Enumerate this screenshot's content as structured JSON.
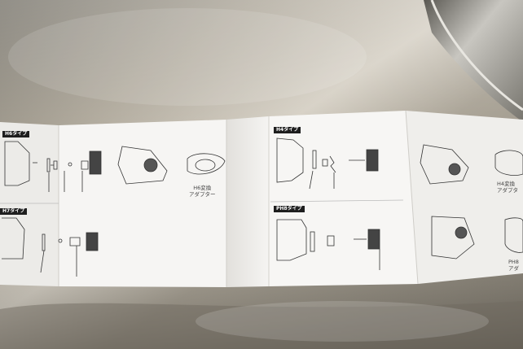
{
  "scene": {
    "subject": "folded instruction leaflet on stainless steel surface",
    "colors": {
      "steel_light": "#c9c3b6",
      "steel_dark": "#5e5a52",
      "paper": "#f4f3f1",
      "paper_shadow": "#dcdad6",
      "ink": "#333333",
      "label_bg": "#1e1e1e"
    }
  },
  "leaflet": {
    "labels": {
      "h6": "H6タイプ",
      "h7": "H7タイプ",
      "h4": "H4タイプ",
      "ph8": "PH8タイプ"
    },
    "captions": {
      "h6_adapter": "H6変換\nアダプター",
      "h4_adapter": "H4変換\nアダプタ",
      "ph8_adapter": "PH8\nアダ"
    }
  }
}
